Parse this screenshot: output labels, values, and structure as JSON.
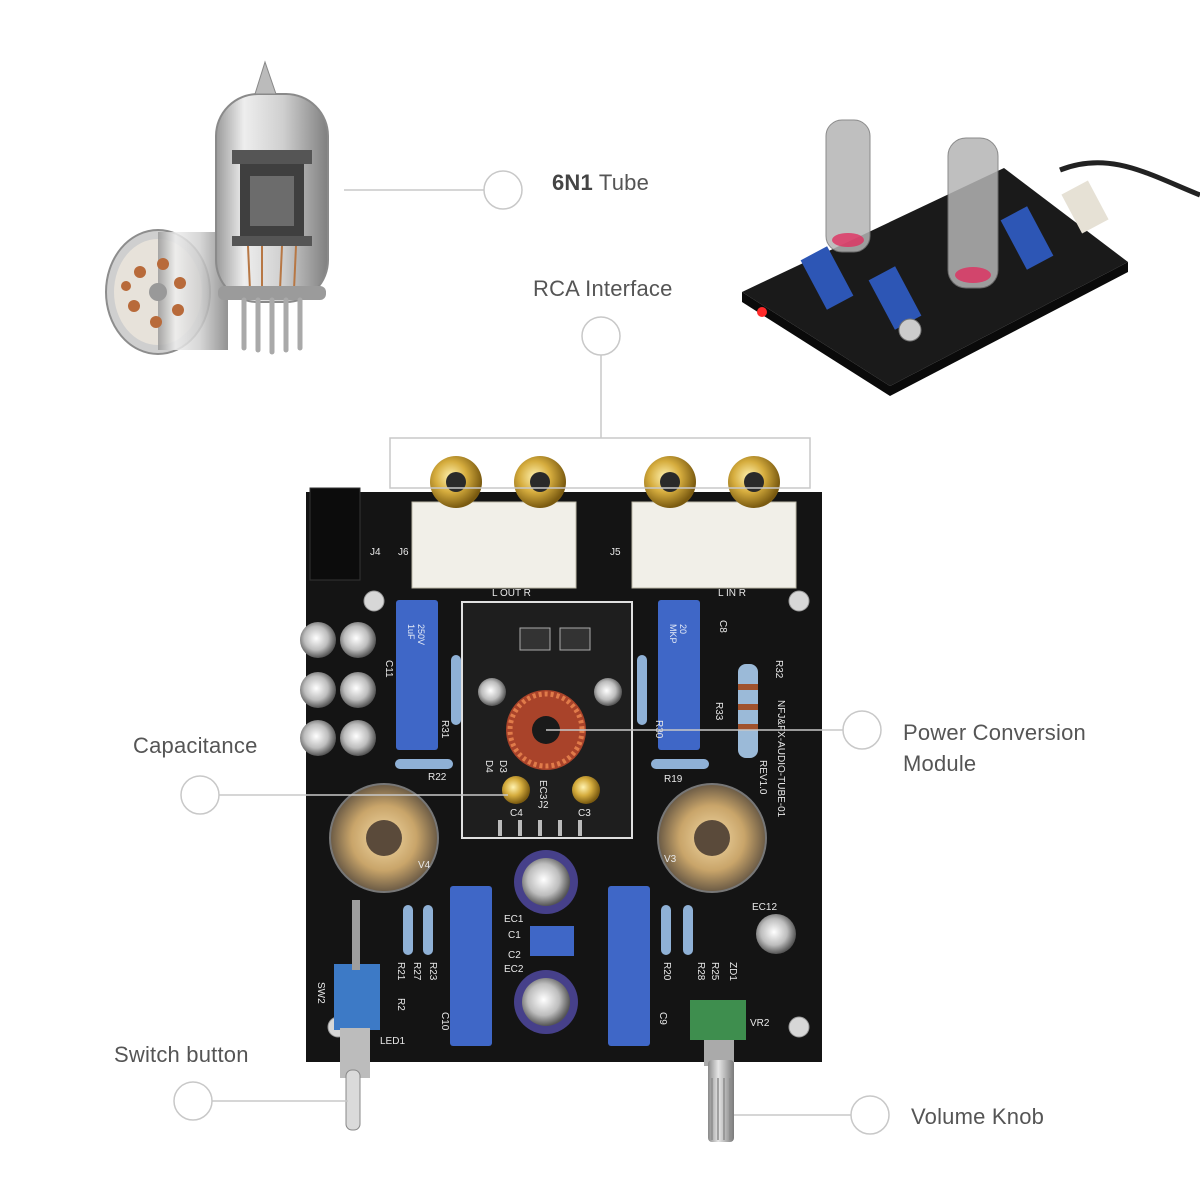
{
  "callouts": {
    "tube": {
      "model": "6N1",
      "suffix": " Tube"
    },
    "rca": "RCA Interface",
    "capacitance": "Capacitance",
    "power_line1": "Power Conversion",
    "power_line2": "Module",
    "switch": "Switch button",
    "volume": "Volume Knob"
  },
  "board": {
    "model_line1": "NFJ&FX-AUDIO-TUBE-01",
    "model_line2": "REV1.0",
    "connectors": {
      "j4": "J4",
      "j6": "J6",
      "j5": "J5"
    },
    "out_label": "L OUT R",
    "in_label": "L IN R",
    "refs": {
      "r31": "R31",
      "r22": "R22",
      "r30": "R30",
      "r19": "R19",
      "r33": "R33",
      "r32": "R32",
      "r21": "R21",
      "r27": "R27",
      "r23": "R23",
      "r2": "R2",
      "r20": "R20",
      "r28": "R28",
      "r25": "R25",
      "zd1": "ZD1",
      "c11": "C11",
      "c8": "C8",
      "c10": "C10",
      "c9": "C9",
      "c1": "C1",
      "c2": "C2",
      "c3": "C3",
      "c4": "C4",
      "ec1": "EC1",
      "ec2": "EC2",
      "ec3": "EC3",
      "ec12": "EC12",
      "v4": "V4",
      "v3": "V3",
      "sw2": "SW2",
      "led1": "LED1",
      "vr2": "VR2",
      "j2": "J2",
      "d3": "D3",
      "d4": "D4"
    },
    "cap_text": [
      "1uF",
      "250V",
      "MKP",
      "20"
    ]
  },
  "colors": {
    "pcb": "#141414",
    "gold": "#c9a23a",
    "blue_cap": "#3f67c7",
    "callout_line": "#c8c8c8",
    "label_text": "#555555"
  }
}
